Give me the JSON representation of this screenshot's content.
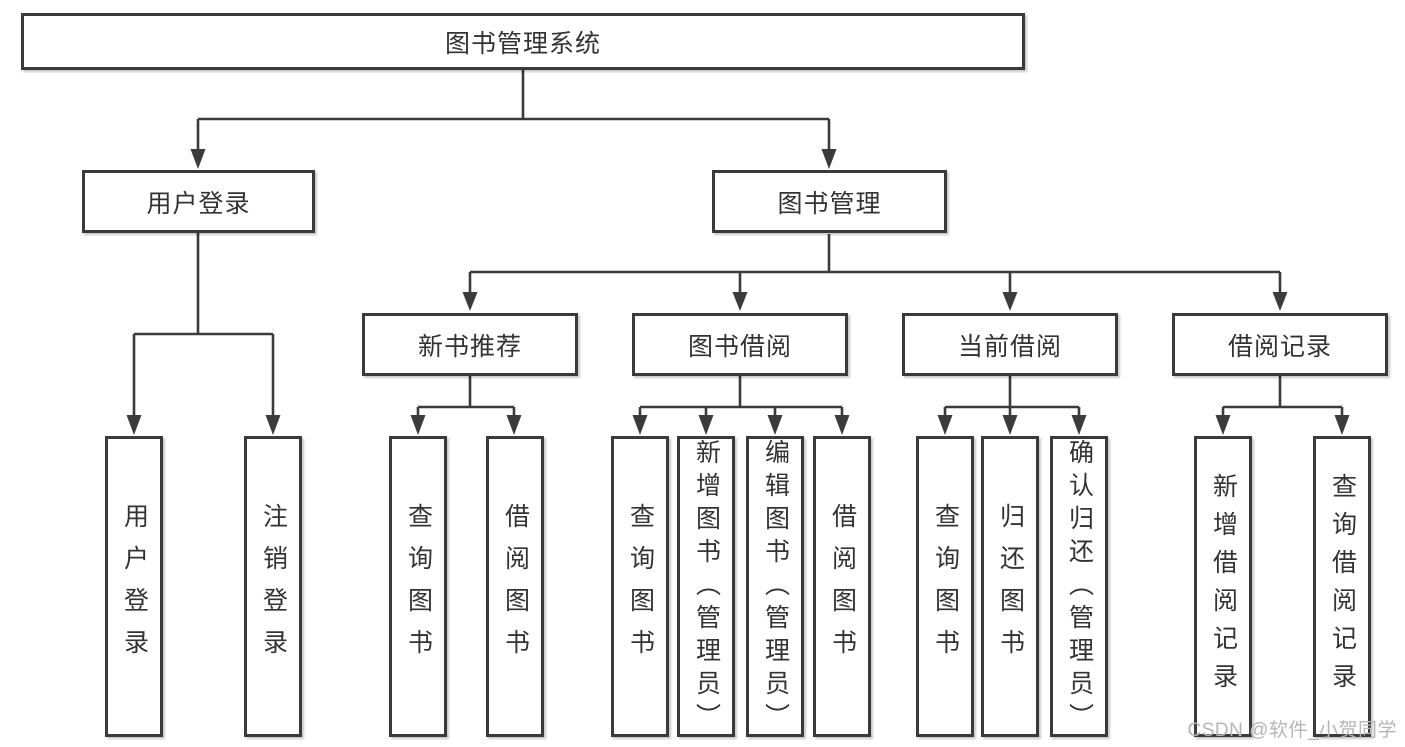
{
  "tree": {
    "label": "图书管理系统",
    "children": [
      {
        "label": "用户登录",
        "children": [
          {
            "label": "用户登录"
          },
          {
            "label": "注销登录"
          }
        ]
      },
      {
        "label": "图书管理",
        "children": [
          {
            "label": "新书推荐",
            "children": [
              {
                "label": "查询图书"
              },
              {
                "label": "借阅图书"
              }
            ]
          },
          {
            "label": "图书借阅",
            "children": [
              {
                "label": "查询图书"
              },
              {
                "label": "新增图书（管理员）"
              },
              {
                "label": "编辑图书（管理员）"
              },
              {
                "label": "借阅图书"
              }
            ]
          },
          {
            "label": "当前借阅",
            "children": [
              {
                "label": "查询图书"
              },
              {
                "label": "归还图书"
              },
              {
                "label": "确认归还（管理员）"
              }
            ]
          },
          {
            "label": "借阅记录",
            "children": [
              {
                "label": "新增借阅记录"
              },
              {
                "label": "查询借阅记录"
              }
            ]
          }
        ]
      }
    ]
  },
  "watermark": {
    "text": "CSDN @软件_小贺同学",
    "color": "#b5b5b5"
  },
  "colors": {
    "line": "#3b3b3b",
    "border": "#3a3a3a",
    "text": "#333333",
    "background": "#ffffff"
  }
}
